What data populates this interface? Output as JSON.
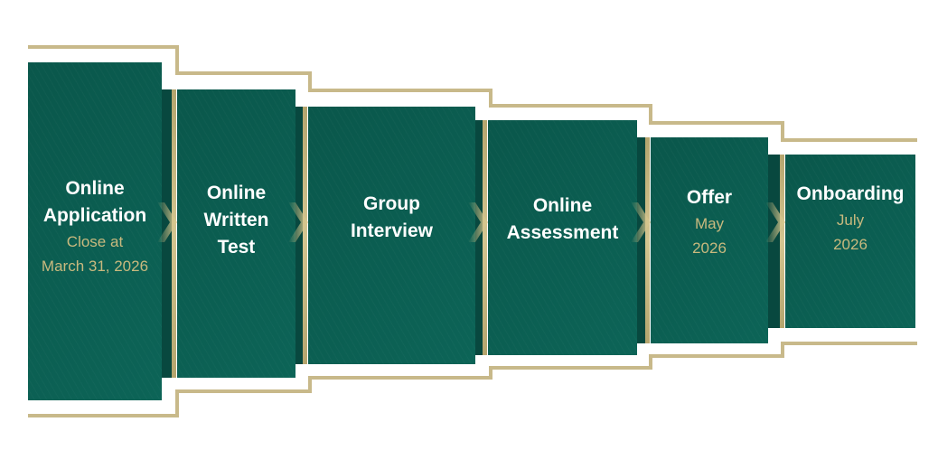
{
  "steps": [
    {
      "title": [
        "Online",
        "Application"
      ],
      "sub": [
        "Close at",
        "March 31, 2026"
      ]
    },
    {
      "title": [
        "Online",
        "Written",
        "Test"
      ],
      "sub": []
    },
    {
      "title": [
        "Group",
        "Interview"
      ],
      "sub": []
    },
    {
      "title": [
        "Online",
        "Assessment"
      ],
      "sub": []
    },
    {
      "title": [
        "Offer"
      ],
      "sub": [
        "May",
        "2026"
      ]
    },
    {
      "title": [
        "Onboarding"
      ],
      "sub": [
        "July",
        "2026"
      ]
    }
  ],
  "colors": {
    "green": "#0b5e52",
    "gold": "#c8b98a",
    "gold_text": "#c9b97e"
  }
}
